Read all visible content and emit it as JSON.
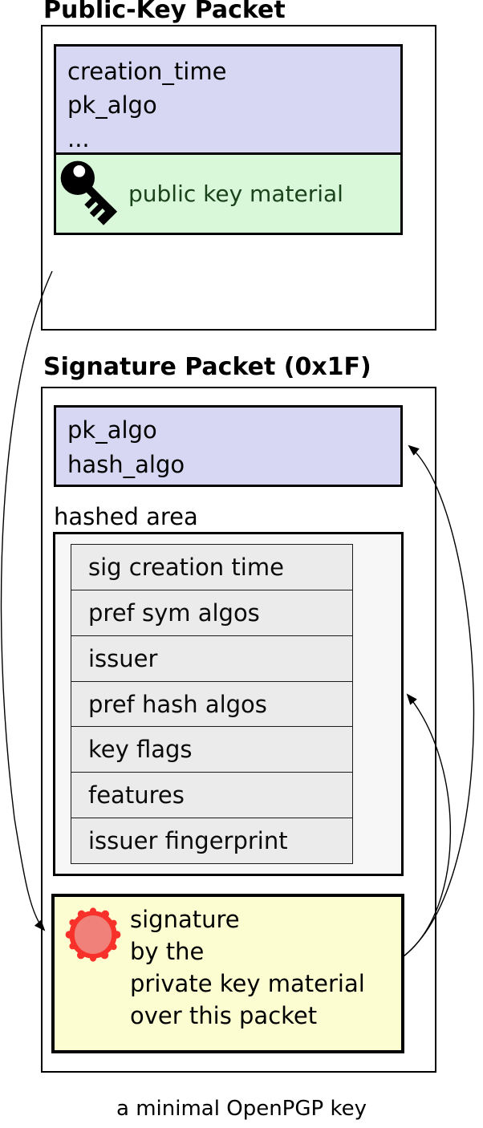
{
  "diagram": {
    "caption": "a minimal OpenPGP key",
    "public_key_packet": {
      "title": "Public-Key Packet",
      "header_fields": [
        "creation_time",
        "pk_algo",
        "..."
      ],
      "material_label": "public key material"
    },
    "signature_packet": {
      "title": "Signature Packet (0x1F)",
      "header_fields": [
        "pk_algo",
        "hash_algo"
      ],
      "hashed_area": {
        "label": "hashed area",
        "subpackets": [
          "sig creation time",
          "pref sym algos",
          "issuer",
          "pref hash algos",
          "key flags",
          "features",
          "issuer fingerprint"
        ]
      },
      "signature": {
        "lines": [
          "signature",
          "by the",
          "private key material",
          "over this packet"
        ]
      }
    },
    "arrows": [
      "public-key-packet to signature box",
      "signature box to pk_algo/hash_algo header",
      "signature box to hashed area"
    ],
    "colors": {
      "header_fill": "#d7d7f4",
      "key_material_fill": "#d9f8d9",
      "key_material_text": "#1b431b",
      "hashed_area_fill": "#f7f7f7",
      "subpacket_fill": "#ebebeb",
      "signature_fill": "#fdfdd2",
      "seal_ring": "#f8312b",
      "seal_center": "#f0807a",
      "line_color": "#000000"
    }
  }
}
